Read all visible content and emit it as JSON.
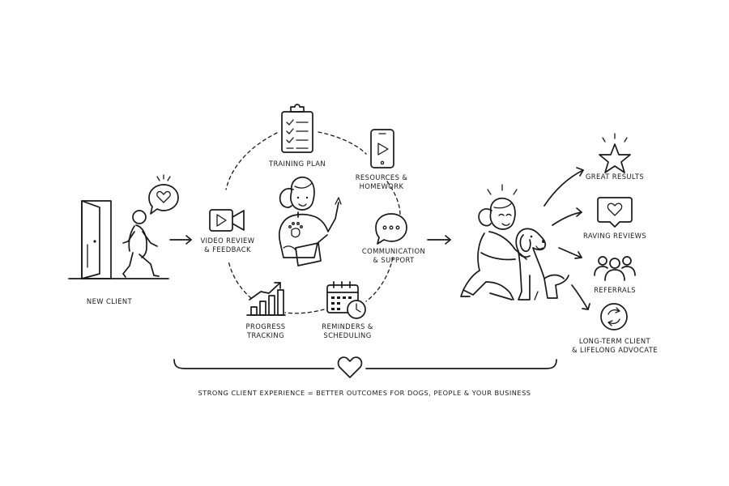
{
  "labels": {
    "new_client": "NEW CLIENT",
    "video_review": [
      "VIDEO REVIEW",
      "& FEEDBACK"
    ],
    "training_plan": "TRAINING PLAN",
    "resources": [
      "RESOURCES &",
      "HOMEWORK"
    ],
    "communication": [
      "COMMUNICATION",
      "& SUPPORT"
    ],
    "progress": [
      "PROGRESS",
      "TRACKING"
    ],
    "reminders": [
      "REMINDERS &",
      "SCHEDULING"
    ],
    "great_results": "GREAT RESULTS",
    "raving_reviews": "RAVING REVIEWS",
    "referrals": "REFERRALS",
    "long_term": [
      "LONG-TERM CLIENT",
      "& LIFELONG ADVOCATE"
    ]
  },
  "tagline": "STRONG CLIENT EXPERIENCE = BETTER OUTCOMES FOR DOGS, PEOPLE & YOUR BUSINESS",
  "icons": [
    "door-icon",
    "walking-person-icon",
    "heart-speech-bubble-icon",
    "video-camera-icon",
    "clipboard-checklist-icon",
    "trainer-with-clipboard-icon",
    "smartphone-play-icon",
    "chat-bubble-icon",
    "growth-chart-icon",
    "calendar-clock-icon",
    "woman-hugging-dog-icon",
    "star-icon",
    "heart-review-icon",
    "group-people-icon",
    "refresh-cycle-icon",
    "heart-icon"
  ]
}
